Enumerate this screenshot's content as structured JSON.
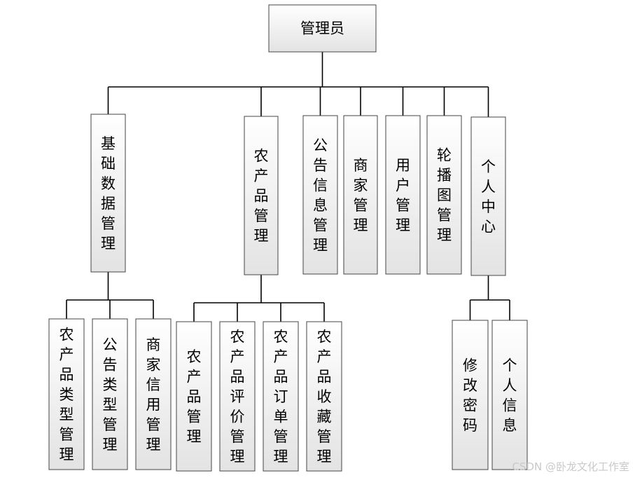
{
  "diagram": {
    "root": {
      "label": "管理员"
    },
    "level1": [
      {
        "key": "basic",
        "label": "基础数据管理"
      },
      {
        "key": "product",
        "label": "农产品管理"
      },
      {
        "key": "notice",
        "label": "公告信息管理"
      },
      {
        "key": "merchant",
        "label": "商家管理"
      },
      {
        "key": "user",
        "label": "用户管理"
      },
      {
        "key": "carousel",
        "label": "轮播图管理"
      },
      {
        "key": "personal",
        "label": "个人中心"
      }
    ],
    "level2": {
      "basic": [
        {
          "key": "product-type",
          "label": "农产品类型管理"
        },
        {
          "key": "notice-type",
          "label": "公告类型管理"
        },
        {
          "key": "merchant-credit",
          "label": "商家信用管理"
        }
      ],
      "product": [
        {
          "key": "product-mgmt",
          "label": "农产品管理"
        },
        {
          "key": "product-review",
          "label": "农产品评价管理"
        },
        {
          "key": "product-order",
          "label": "农产品订单管理"
        },
        {
          "key": "product-favorite",
          "label": "农产品收藏管理"
        }
      ],
      "personal": [
        {
          "key": "change-password",
          "label": "修改密码"
        },
        {
          "key": "personal-info",
          "label": "个人信息"
        }
      ]
    },
    "colors": {
      "line": "#000000",
      "box_border": "#444444",
      "box_fill_top": "#ffffff",
      "box_fill_bottom": "#e3e3e3"
    }
  },
  "watermark": "CSDN @卧龙文化工作室"
}
